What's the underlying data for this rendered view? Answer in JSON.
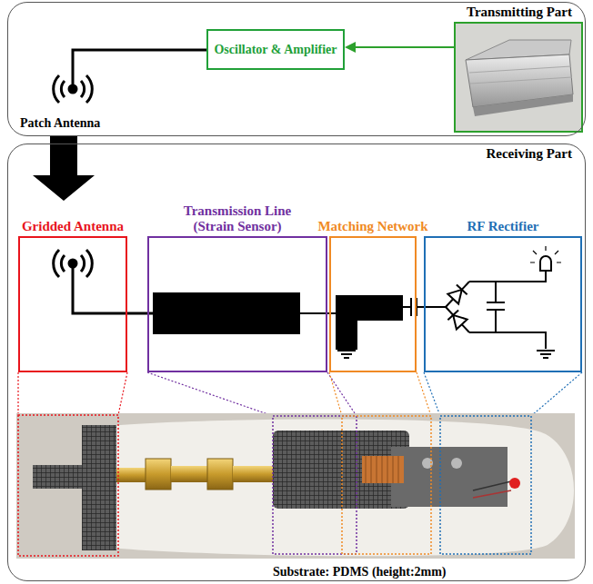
{
  "diagram": {
    "nodes": [
      {
        "text": [
          "Transmitting Part"
        ]
      },
      {
        "text": [
          "Oscillator & Amplifier"
        ],
        "in": 0
      },
      {
        "text": [
          "Receiving Part"
        ]
      },
      {
        "text": [
          "Gridded Antenna"
        ],
        "in": 2
      },
      {
        "text": [
          "Transmission Line (Strain Sensor)"
        ],
        "in": 2
      },
      {
        "text": [
          "Matching Network"
        ],
        "in": 2
      },
      {
        "text": [
          "RF Rectifier"
        ],
        "in": 2
      }
    ],
    "edges": [
      {
        "from": 0,
        "to": 3,
        "arrow": "to"
      }
    ],
    "labels": [
      "Patch Antenna",
      "Substrate: PDMS (height:2mm)"
    ]
  }
}
